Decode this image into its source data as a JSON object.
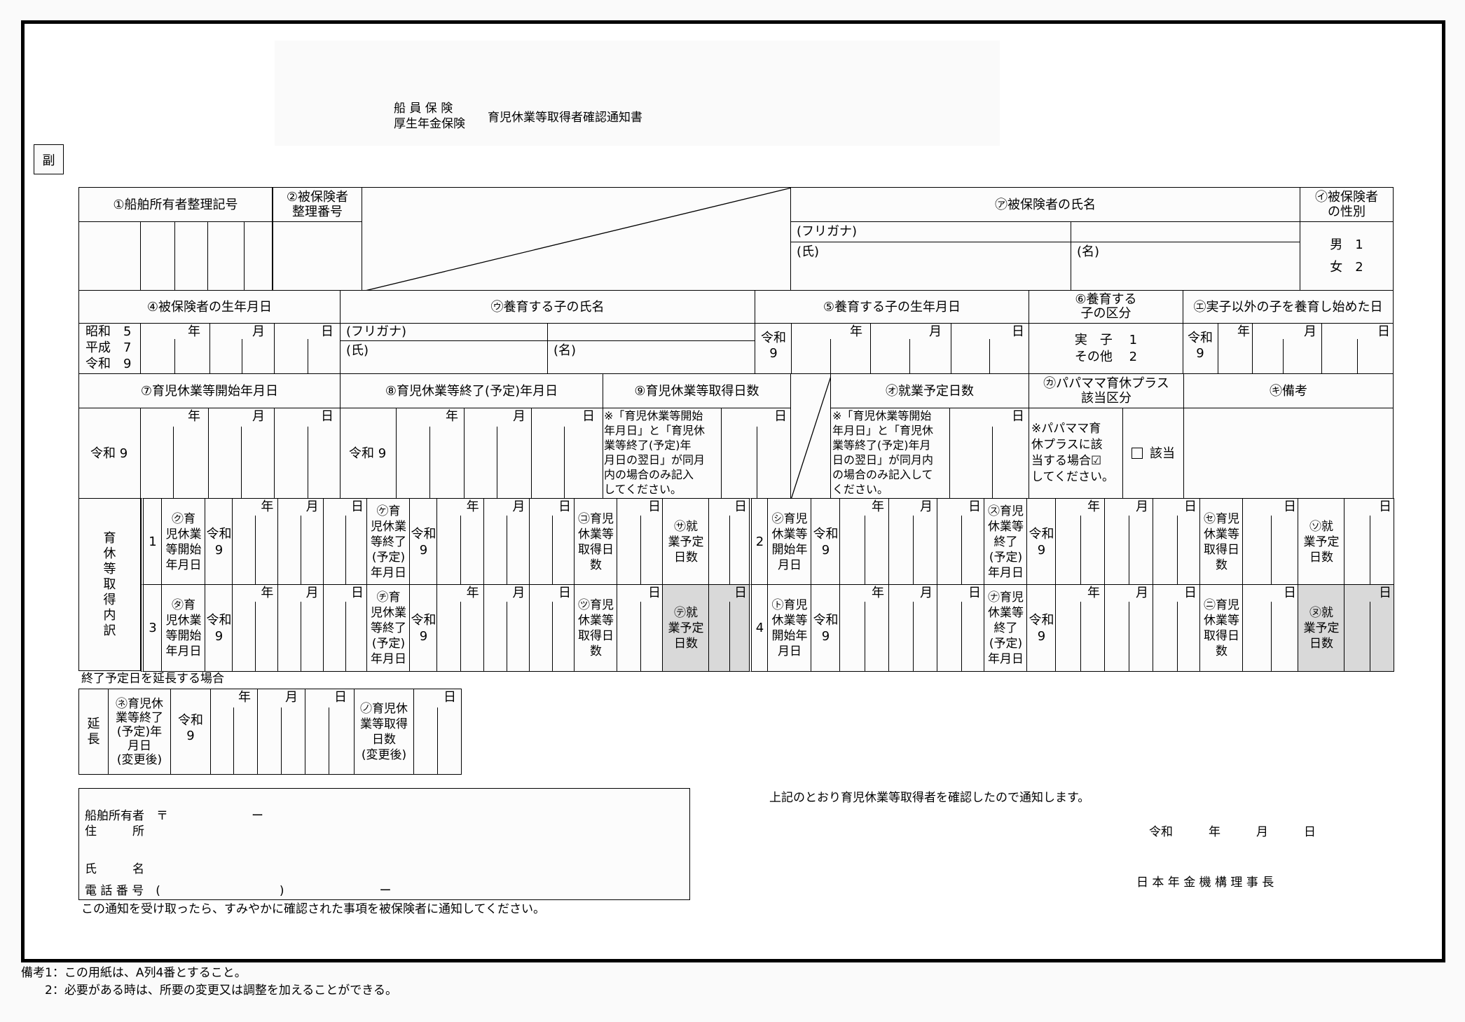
{
  "header": {
    "insurance_line1": "船 員 保 険",
    "insurance_line2": "厚生年金保険",
    "title": "育児休業等取得者確認通知書",
    "copy_mark": "副"
  },
  "row1": {
    "owner_code": "①船舶所有者整理記号",
    "insured_number": "②被保険者\n整理番号",
    "insured_name": "㋐被保険者の氏名",
    "furigana": "(フリガナ)",
    "family_name": "(氏)",
    "given_name": "(名)",
    "gender": "㋑被保険者\nの性別",
    "gender_options": "男　1\n\n女　2"
  },
  "row2": {
    "insured_birth": "④被保険者の生年月日",
    "era_options": "昭和　5\n平成　7\n令和　9",
    "child_name": "㋒養育する子の氏名",
    "furigana": "(フリガナ)",
    "family_name": "(氏)",
    "given_name": "(名)",
    "child_birth": "⑤養育する子の生年月日",
    "child_birth_era": "令和\n9",
    "child_type": "⑥養育する\n子の区分",
    "child_type_options": "実　子　 1\nその他　 2",
    "non_biological_start": "㋓実子以外の子を養育し始めた日",
    "non_biological_era": "令和\n9"
  },
  "row3": {
    "leave_start": "⑦育児休業等開始年月日",
    "leave_start_era": "令和 9",
    "leave_end": "⑧育児休業等終了(予定)年月日",
    "leave_end_era": "令和 9",
    "leave_days": "⑨育児休業等取得日数",
    "leave_days_note": "※「育児休業等開始\n年月日」と「育児休\n業等終了(予定)年\n月日の翌日」が同月\n内の場合のみ記入\nしてください。",
    "work_days": "㋔就業予定日数",
    "work_days_note": "※「育児休業等開始\n年月日」と「育児休\n業等終了(予定)年月\n日の翌日」が同月内\nの場合のみ記入して\nください。",
    "papa_mama": "㋕パパママ育休プラス\n該当区分",
    "papa_mama_note": "※パパママ育\n休プラスに該\n当する場合☑\nしてください。",
    "papa_mama_check": "該当",
    "remarks": "㋖備考"
  },
  "units": {
    "year": "年",
    "month": "月",
    "day": "日",
    "era": "令和",
    "era_num": "9"
  },
  "breakdown": {
    "section_label": "育\n休\n等\n取\n得\n内\n訳",
    "entries": [
      {
        "no": "1",
        "start": "㋗育\n児休業\n等開始\n年月日",
        "end": "㋘育\n児休業\n等終了\n(予定)\n年月日",
        "days": "㋙育児\n休業等\n取得日\n数",
        "work": "㋚就\n業予定\n日数"
      },
      {
        "no": "2",
        "start": "㋛育児\n休業等\n開始年\n月日",
        "end": "㋜育児\n休業等\n終了\n(予定)\n年月日",
        "days": "㋝育児\n休業等\n取得日\n数",
        "work": "㋞就\n業予定\n日数"
      },
      {
        "no": "3",
        "start": "㋟育\n児休業\n等開始\n年月日",
        "end": "㋠育\n児休業\n等終了\n(予定)\n年月日",
        "days": "㋡育児\n休業等\n取得日\n数",
        "work": "㋢就\n業予定\n日数"
      },
      {
        "no": "4",
        "start": "㋣育児\n休業等\n開始年\n月日",
        "end": "㋤育児\n休業等\n終了\n(予定)\n年月日",
        "days": "㋥育児\n休業等\n取得日\n数",
        "work": "㋦就\n業予定\n日数"
      }
    ]
  },
  "extension": {
    "caption": "終了予定日を延長する場合",
    "label": "延\n長",
    "end_date": "㋧育児休\n業等終了\n(予定)年\n月日\n(変更後)",
    "era": "令和\n9",
    "days": "㋨育児休\n業等取得\n日数\n(変更後)"
  },
  "sender": {
    "owner_address": "船舶所有者　〒　　　　　　　ー\n住　　　所",
    "name": "氏　　　名",
    "phone": "電 話 番 号　(　　　　　　　　　　)　　　　　　　　ー"
  },
  "footer": {
    "instruction": "この通知を受け取ったら、すみやかに確認された事項を被保険者に通知してください。",
    "notice": "上記のとおり育児休業等取得者を確認したので通知します。",
    "date": "令和　　　年　　　月　　　日",
    "issuer": "日 本 年 金 機 構 理 事 長",
    "remark1": "備考1：この用紙は、A列4番とすること。",
    "remark2": "　　2：必要がある時は、所要の変更又は調整を加えることができる。"
  }
}
